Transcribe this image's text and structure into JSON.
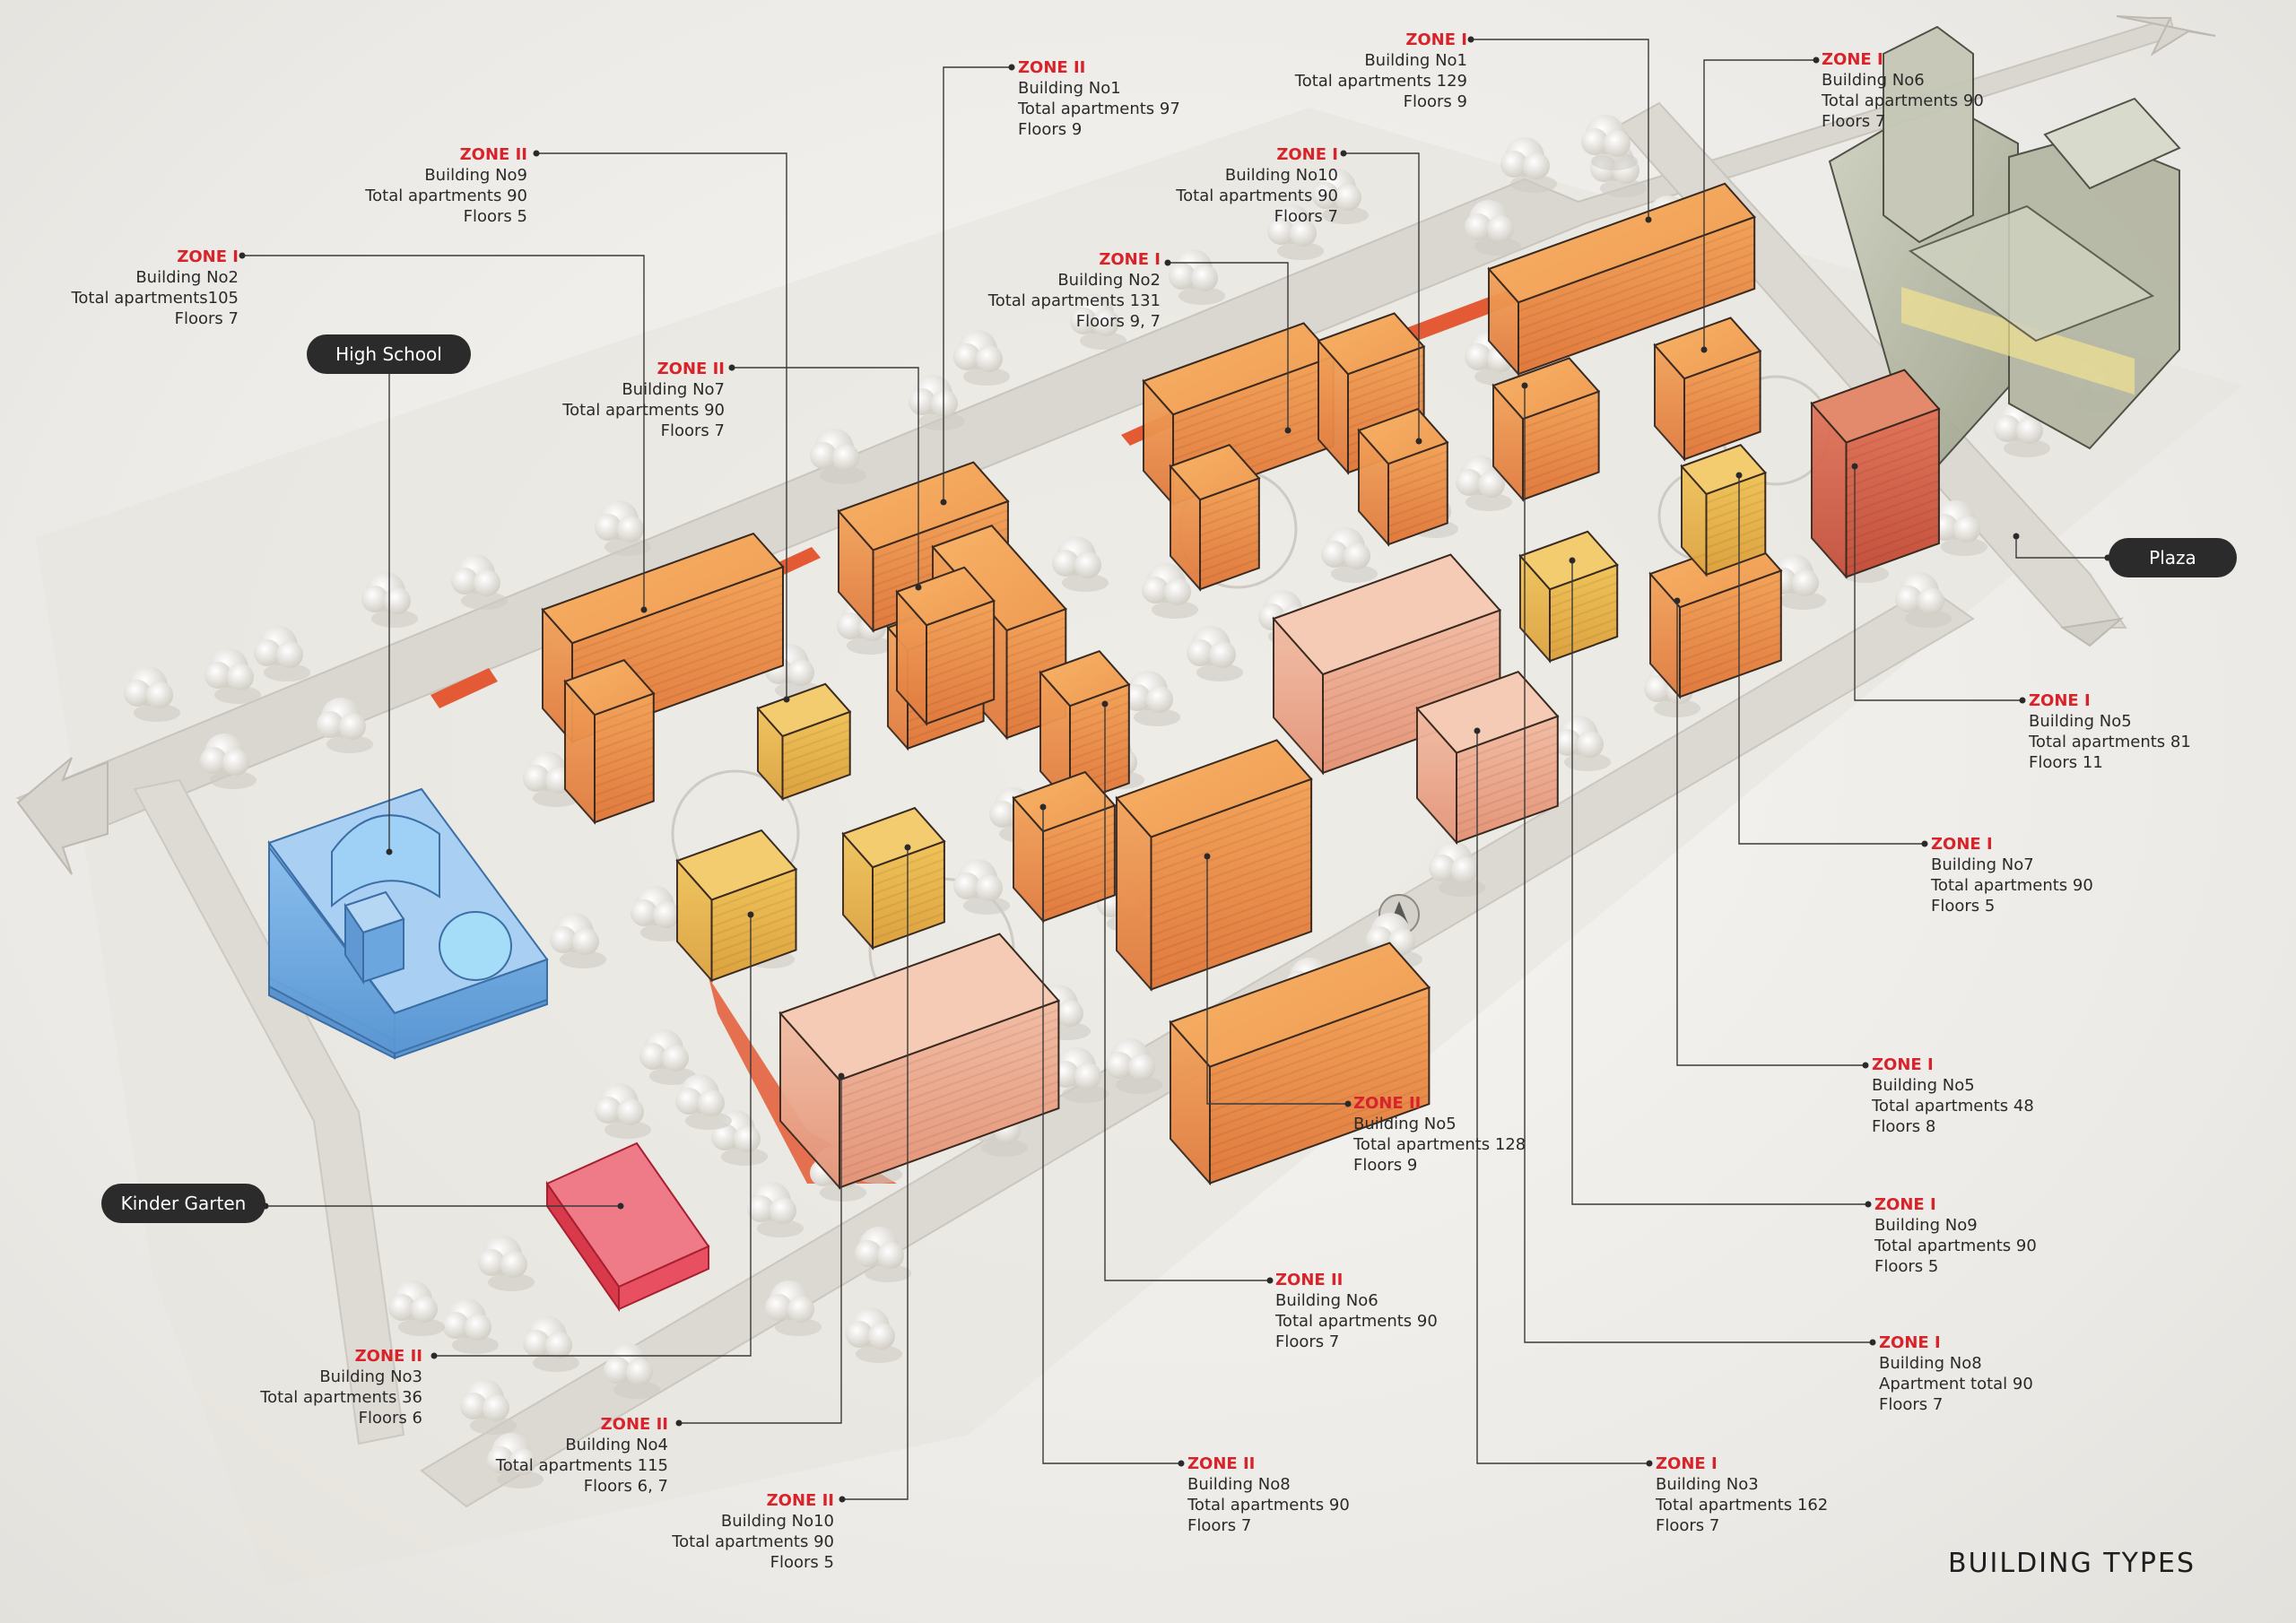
{
  "title": "BUILDING TYPES",
  "colors": {
    "zone_text": "#d8232a",
    "building_orange": "#e98a45",
    "building_yellow": "#e6b24a",
    "building_pink": "#ecab94",
    "building_red": "#d4644a",
    "school_blue": "#6aa7e0",
    "kindergarten_red": "#e84a5a",
    "tower_glass": "#b9bca8"
  },
  "landmarks": {
    "high_school": "High School",
    "kinder_garten": "Kinder Garten",
    "plaza": "Plaza"
  },
  "callouts": [
    {
      "zone": "ZONE I",
      "building": "Building No2",
      "apartments": "Total apartments105",
      "floors": "Floors 7"
    },
    {
      "zone": "ZONE II",
      "building": "Building No9",
      "apartments": "Total apartments 90",
      "floors": "Floors 5"
    },
    {
      "zone": "ZONE II",
      "building": "Building No1",
      "apartments": "Total apartments 97",
      "floors": "Floors 9"
    },
    {
      "zone": "ZONE II",
      "building": "Building No7",
      "apartments": "Total apartments  90",
      "floors": "Floors 7"
    },
    {
      "zone": "ZONE I",
      "building": "Building No2",
      "apartments": "Total apartments 131",
      "floors": "Floors 9, 7"
    },
    {
      "zone": "ZONE I",
      "building": "Building No10",
      "apartments": "Total apartments 90",
      "floors": "Floors 7"
    },
    {
      "zone": "ZONE I",
      "building": "Building No1",
      "apartments": "Total apartments 129",
      "floors": "Floors 9"
    },
    {
      "zone": "ZONE I",
      "building": "Building No6",
      "apartments": "Total apartments 90",
      "floors": "Floors 7"
    },
    {
      "zone": "ZONE I",
      "building": "Building No5",
      "apartments": "Total apartments 81",
      "floors": "Floors 11"
    },
    {
      "zone": "ZONE I",
      "building": "Building No7",
      "apartments": "Total apartments 90",
      "floors": "Floors 5"
    },
    {
      "zone": "ZONE I",
      "building": "Building No5",
      "apartments": "Total apartments 48",
      "floors": "Floors 8"
    },
    {
      "zone": "ZONE II",
      "building": "Building No5",
      "apartments": "Total apartments 128",
      "floors": "Floors 9"
    },
    {
      "zone": "ZONE I",
      "building": "Building No9",
      "apartments": "Total apartments 90",
      "floors": "Floors 5"
    },
    {
      "zone": "ZONE II",
      "building": "Building No6",
      "apartments": "Total apartments 90",
      "floors": "Floors 7"
    },
    {
      "zone": "ZONE I",
      "building": "Building No8",
      "apartments": "Apartment total 90",
      "floors": "Floors 7"
    },
    {
      "zone": "ZONE II",
      "building": "Building No3",
      "apartments": "Total apartments 36",
      "floors": "Floors 6"
    },
    {
      "zone": "ZONE II",
      "building": "Building No4",
      "apartments": "Total apartments 115",
      "floors": "Floors 6, 7"
    },
    {
      "zone": "ZONE II",
      "building": "Building No8",
      "apartments": "Total apartments 90",
      "floors": "Floors 7"
    },
    {
      "zone": "ZONE I",
      "building": "Building No3",
      "apartments": "Total apartments 162",
      "floors": "Floors 7"
    },
    {
      "zone": "ZONE II",
      "building": "Building No10",
      "apartments": "Total apartments 90",
      "floors": "Floors 5"
    }
  ]
}
